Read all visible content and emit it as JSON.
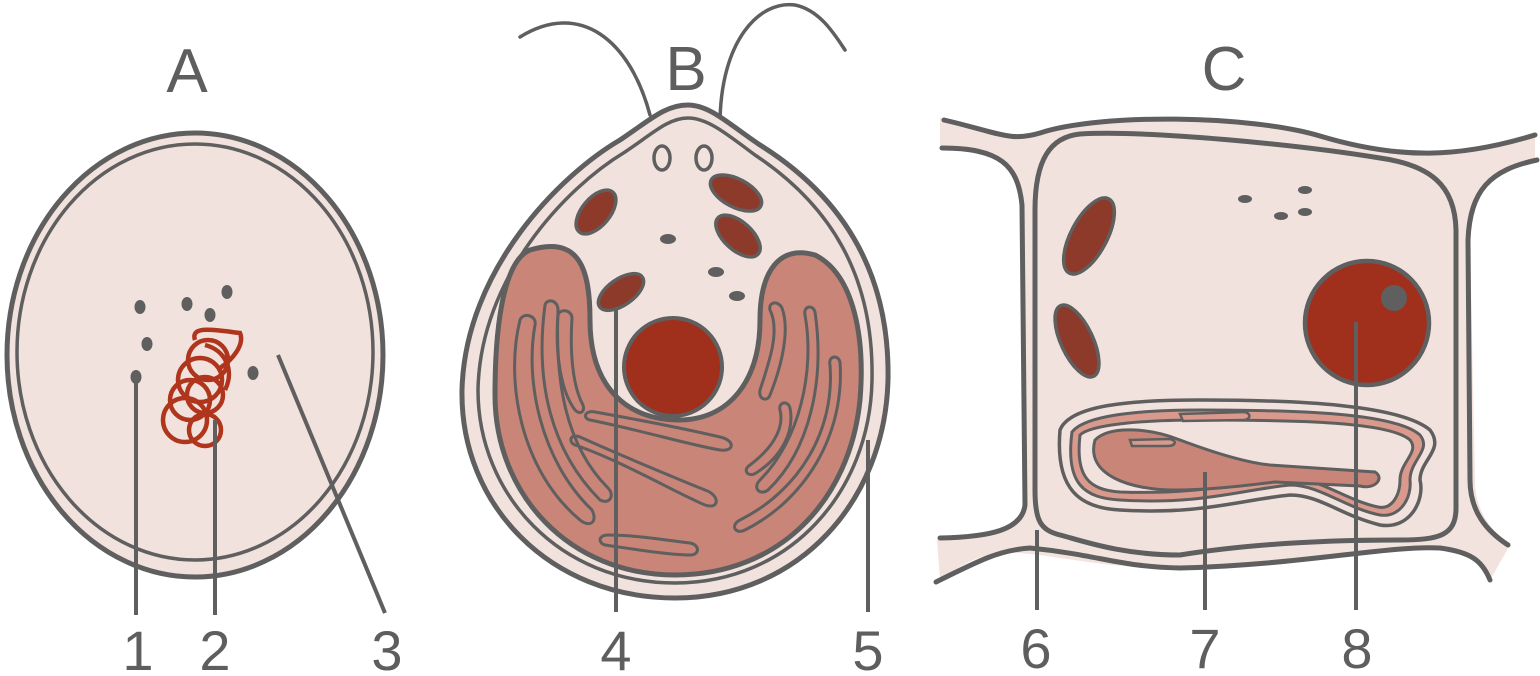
{
  "panels": [
    {
      "id": "A",
      "letter": "A",
      "description": "prokaryotic cell"
    },
    {
      "id": "B",
      "letter": "B",
      "description": "flagellated algal cell"
    },
    {
      "id": "C",
      "letter": "C",
      "description": "plant cell"
    }
  ],
  "labels": [
    {
      "number": "1",
      "points_to": "ribosome"
    },
    {
      "number": "2",
      "points_to": "nucleoid DNA"
    },
    {
      "number": "3",
      "points_to": "cytoplasm"
    },
    {
      "number": "4",
      "points_to": "mitochondrion"
    },
    {
      "number": "5",
      "points_to": "cell membrane"
    },
    {
      "number": "6",
      "points_to": "cell wall"
    },
    {
      "number": "7",
      "points_to": "vacuole / chloroplast"
    },
    {
      "number": "8",
      "points_to": "nucleus"
    }
  ],
  "colors": {
    "outline": "#5f5f5f",
    "cytoplasm": "#f2e2dd",
    "chloroplast": "#c98577",
    "nucleus": "#a0301c",
    "mitochondrion": "#8e3a2a",
    "dna": "#b0351d",
    "background": "#ffffff"
  }
}
